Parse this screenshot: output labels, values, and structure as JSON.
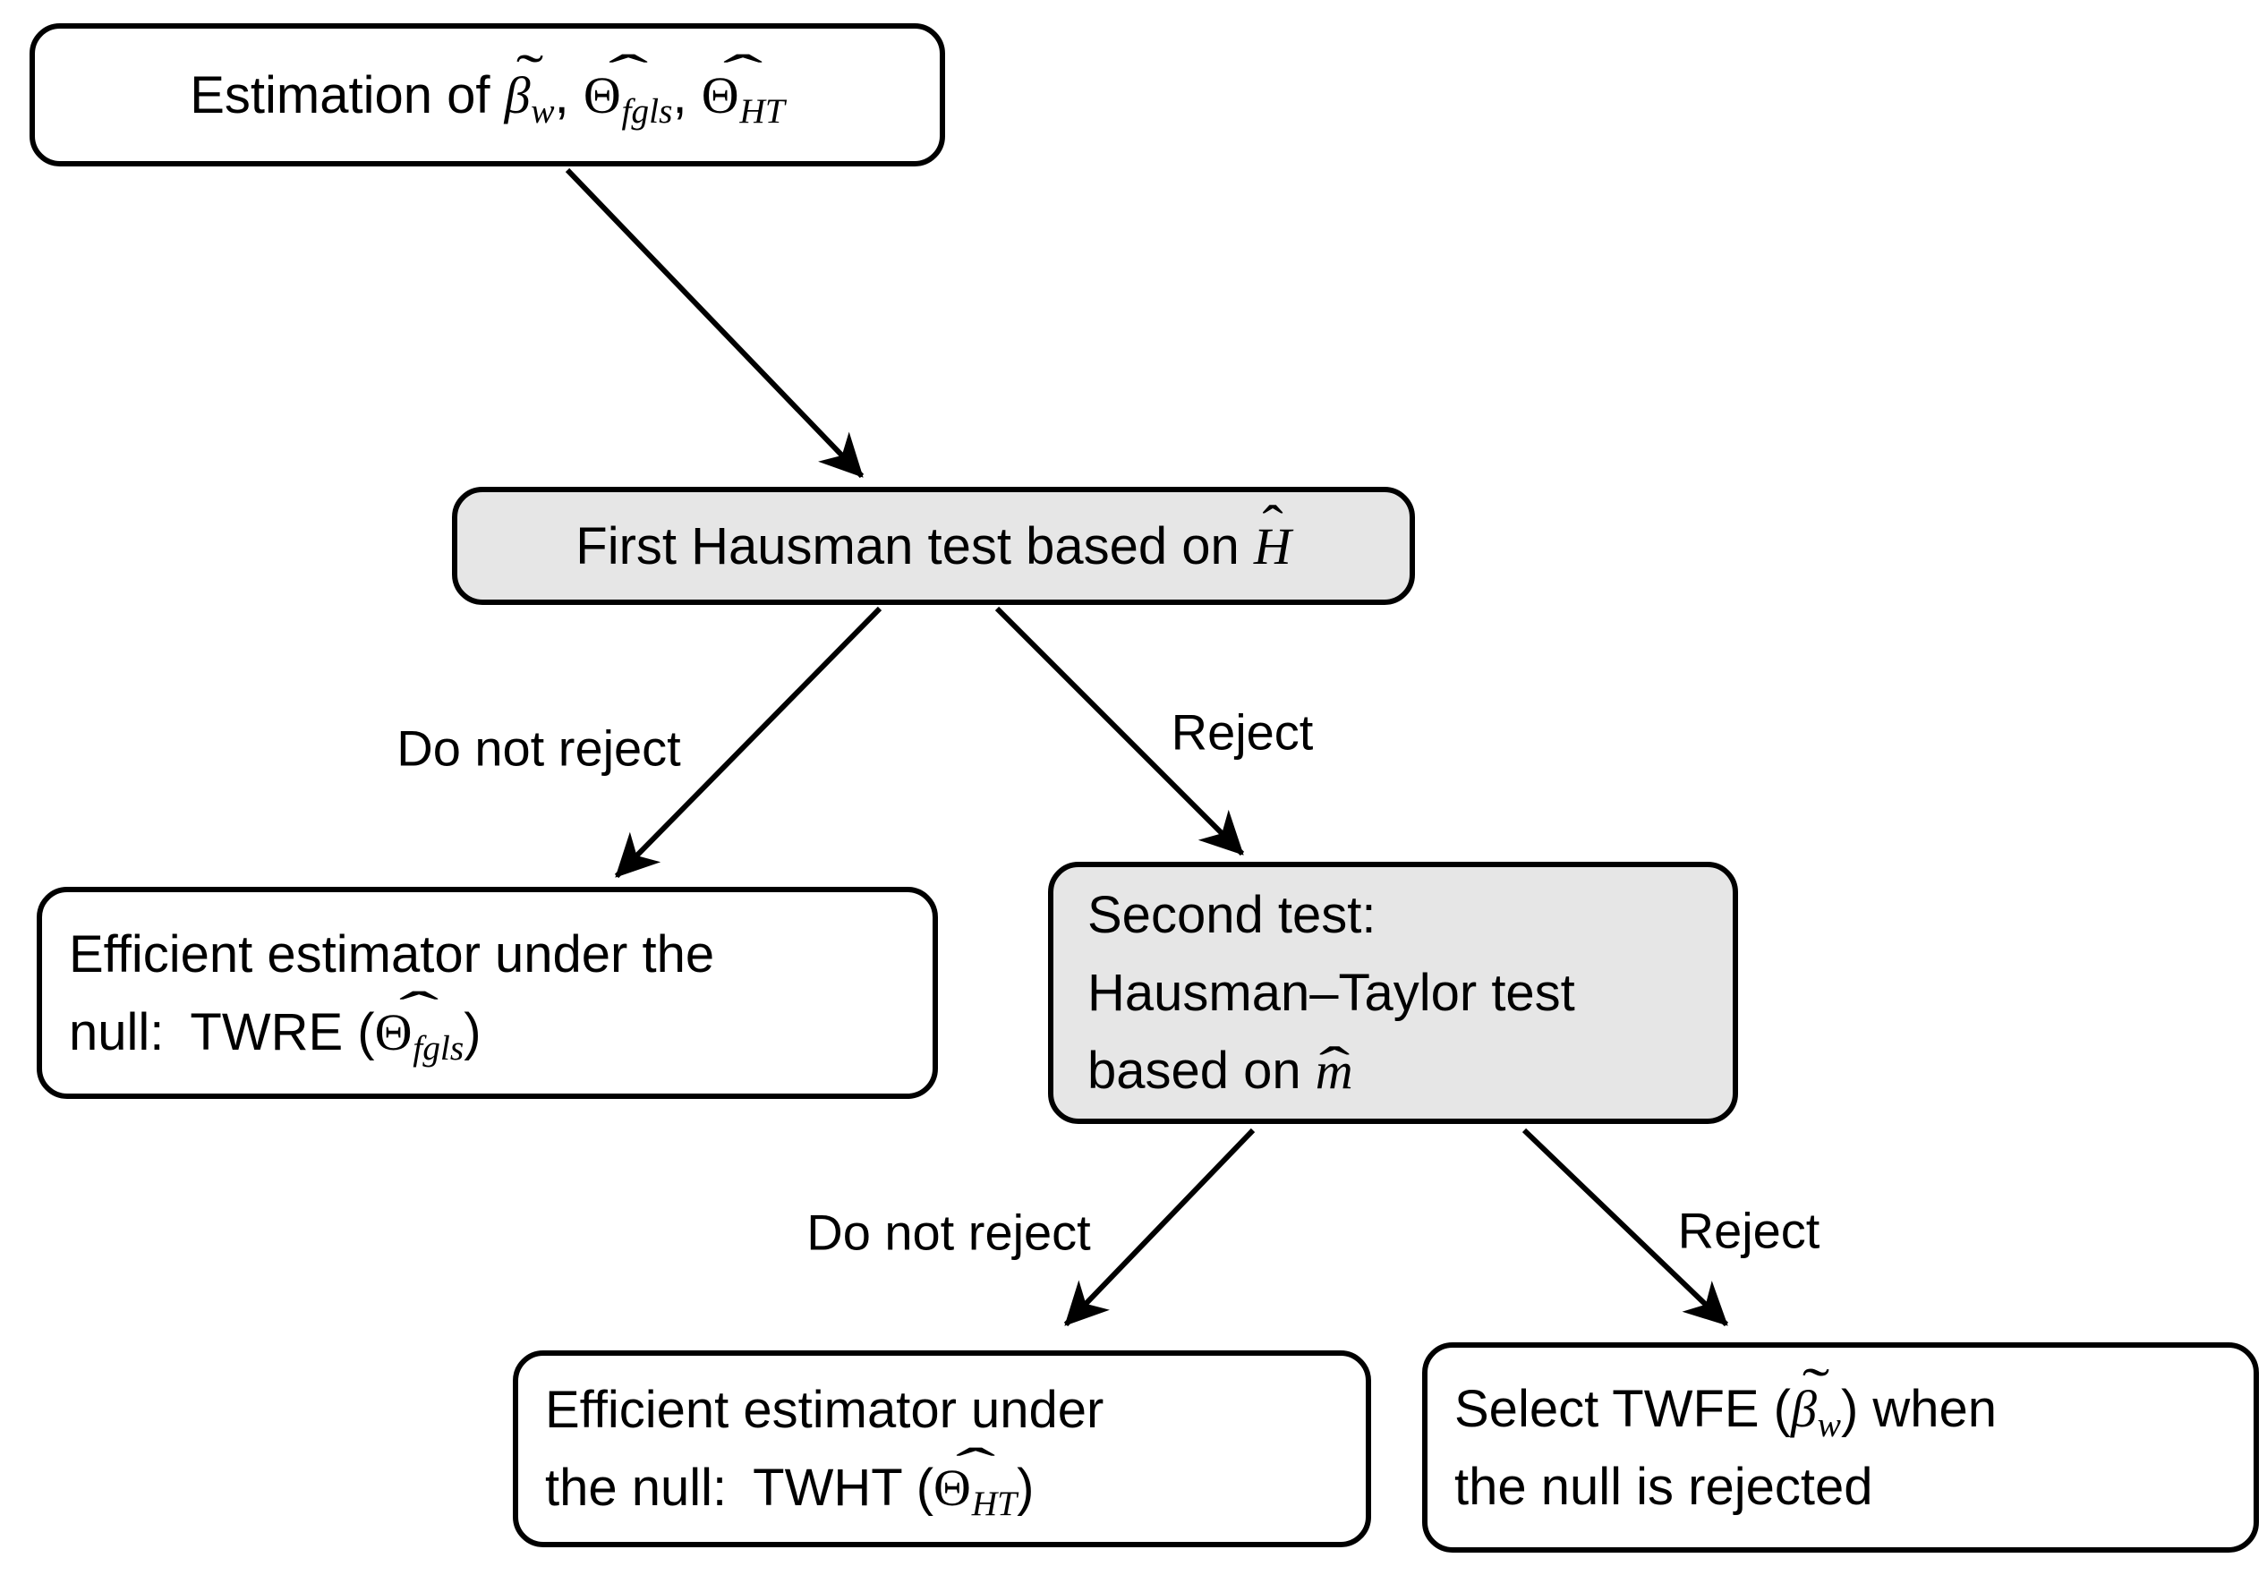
{
  "colors": {
    "stroke": "#000000",
    "node_fill_default": "#ffffff",
    "node_fill_highlight": "#e6e6e6"
  },
  "nodes": {
    "estimation": {
      "fill": "default",
      "lines": [
        [
          {
            "text": "Estimation of "
          },
          {
            "base": "β",
            "accent": "˜",
            "accent_scale": 1.5,
            "sub": "w"
          },
          {
            "text": ", "
          },
          {
            "base": "Θ",
            "italic": false,
            "accent": "ˆ",
            "accent_scale": 2.2,
            "sub": "fgls"
          },
          {
            "text": ", "
          },
          {
            "base": "Θ",
            "italic": false,
            "accent": "ˆ",
            "accent_scale": 2.2,
            "sub": "HT"
          }
        ]
      ]
    },
    "first_test": {
      "fill": "highlight",
      "lines": [
        [
          {
            "text": "First Hausman test based on "
          },
          {
            "base": "H",
            "accent": "ˆ",
            "accent_scale": 1.15
          }
        ]
      ]
    },
    "twre": {
      "fill": "default",
      "lines": [
        [
          {
            "text": "Efficient estimator under the"
          }
        ],
        [
          {
            "text": "null: TWRE ("
          },
          {
            "base": "Θ",
            "italic": false,
            "accent": "ˆ",
            "accent_scale": 2.2,
            "sub": "fgls"
          },
          {
            "text": ")"
          }
        ]
      ]
    },
    "second_test": {
      "fill": "highlight",
      "lines": [
        [
          {
            "text": "Second test:"
          }
        ],
        [
          {
            "text": "Hausman–Taylor test"
          }
        ],
        [
          {
            "text": "based on "
          },
          {
            "base": "m",
            "accent": "ˆ",
            "accent_scale": 1.7
          }
        ]
      ]
    },
    "twht": {
      "fill": "default",
      "lines": [
        [
          {
            "text": "Efficient estimator under"
          }
        ],
        [
          {
            "text": "the null: TWHT ("
          },
          {
            "base": "Θ",
            "italic": false,
            "accent": "ˆ",
            "accent_scale": 2.2,
            "sub": "HT"
          },
          {
            "text": ")"
          }
        ]
      ]
    },
    "twfe": {
      "fill": "default",
      "lines": [
        [
          {
            "text": "Select TWFE ("
          },
          {
            "base": "β",
            "accent": "˜",
            "accent_scale": 1.5,
            "sub": "w"
          },
          {
            "text": ") when"
          }
        ],
        [
          {
            "text": "the null is rejected"
          }
        ]
      ]
    }
  },
  "edges": [
    {
      "from": "estimation",
      "to": "first_test",
      "label": ""
    },
    {
      "from": "first_test",
      "to": "twre",
      "label": "Do not reject"
    },
    {
      "from": "first_test",
      "to": "second_test",
      "label": "Reject"
    },
    {
      "from": "second_test",
      "to": "twht",
      "label": "Do not reject"
    },
    {
      "from": "second_test",
      "to": "twfe",
      "label": "Reject"
    }
  ]
}
